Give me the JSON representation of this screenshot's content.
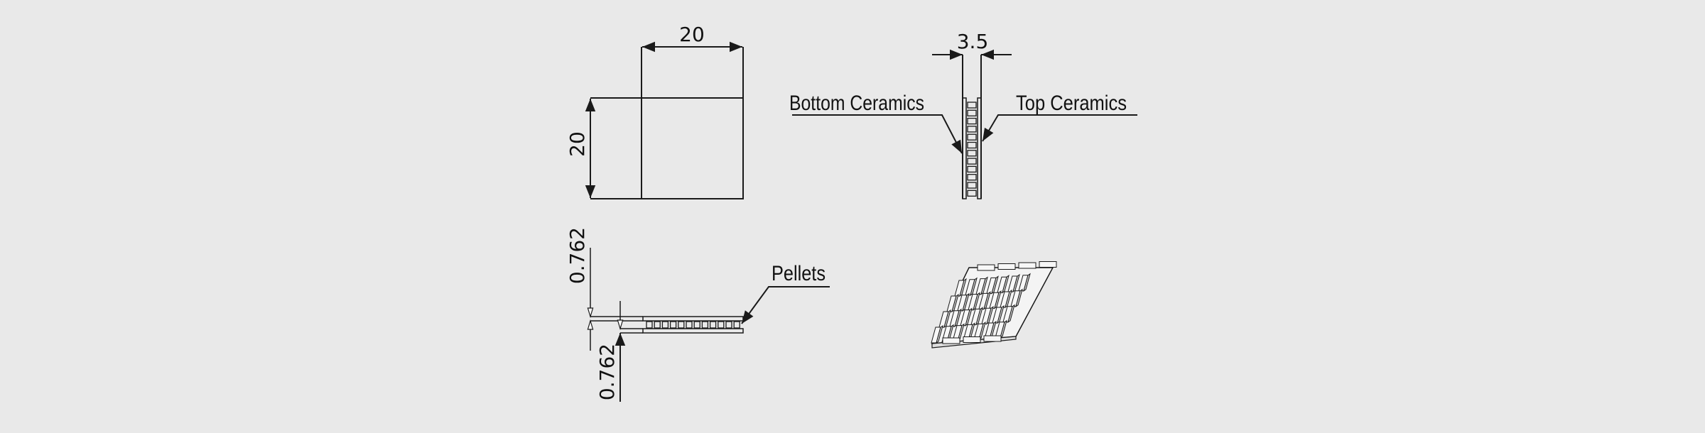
{
  "top_view": {
    "width_dim": "20",
    "height_dim": "20"
  },
  "side_view": {
    "thickness_dim": "3.5",
    "label_bottom": "Bottom Ceramics",
    "label_top": "Top Ceramics"
  },
  "front_view": {
    "top_ceramic_dim": "0.762",
    "bottom_ceramic_dim": "0.762",
    "label_pellets": "Pellets"
  },
  "colors": {
    "background": "#e9e9e9",
    "line": "#1a1a1a"
  }
}
